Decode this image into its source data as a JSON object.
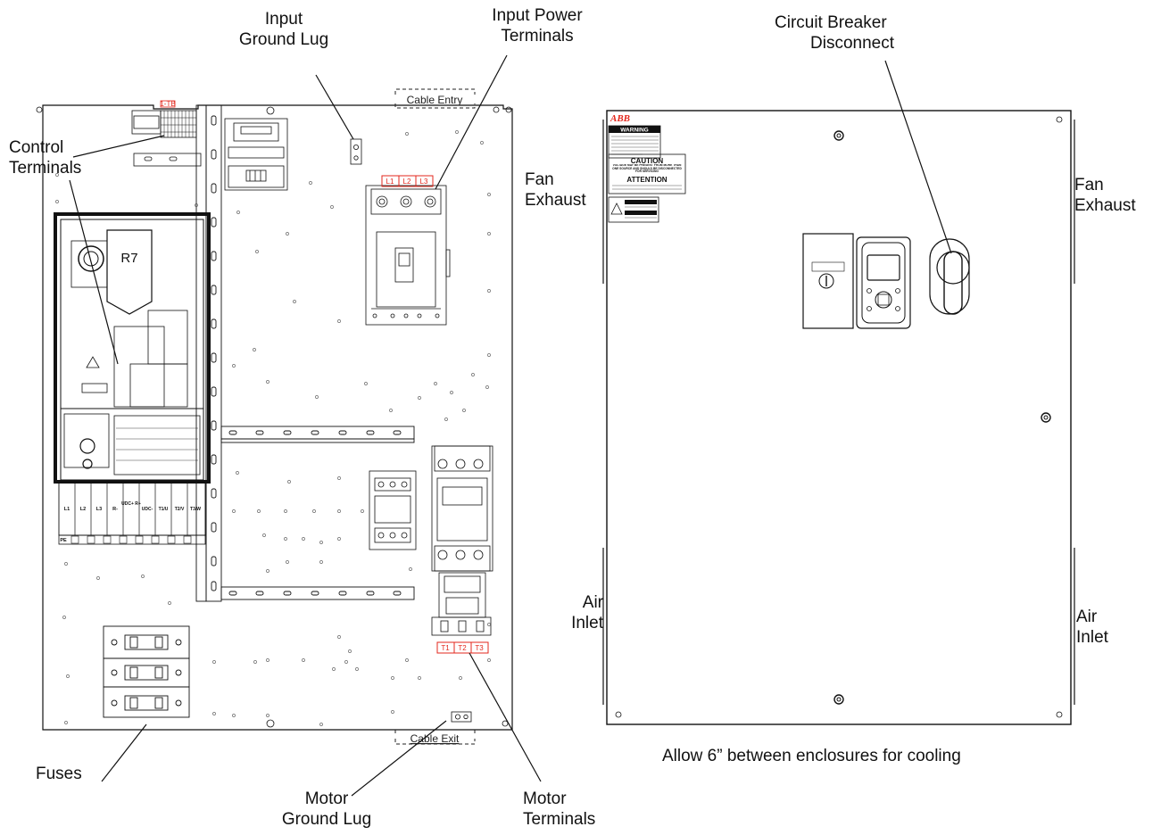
{
  "labels": {
    "input_ground_lug": [
      "Input",
      "Ground Lug"
    ],
    "input_power_terminals": [
      "Input Power",
      "Terminals"
    ],
    "circuit_breaker_disconnect": [
      "Circuit Breaker",
      "Disconnect"
    ],
    "control_terminals": [
      "Control",
      "Terminals"
    ],
    "fan_exhaust_left": [
      "Fan",
      "Exhaust"
    ],
    "fan_exhaust_right": [
      "Fan",
      "Exhaust"
    ],
    "air_inlet_left": [
      "Air",
      "Inlet"
    ],
    "air_inlet_right": [
      "Air",
      "Inlet"
    ],
    "fuses": "Fuses",
    "motor_ground_lug": [
      "Motor",
      "Ground Lug"
    ],
    "motor_terminals": [
      "Motor",
      "Terminals"
    ],
    "cooling_note": "Allow 6” between enclosures for cooling"
  },
  "panel": {
    "cable_entry": "Cable Entry",
    "cable_exit": "Cable Exit",
    "drive_frame": "R7",
    "input_terminals": [
      "L1",
      "L2",
      "L3"
    ],
    "output_terminals": [
      "T1",
      "T2",
      "T3"
    ],
    "drive_power_terminals": [
      "L1",
      "L2",
      "L3",
      "R-",
      "UDC+ R+",
      "UDC-",
      "T1/U",
      "T2/V",
      "T3/W"
    ],
    "pe_label": "PE",
    "terminal_block_tag": "1-TB"
  },
  "door": {
    "brand": "ABB",
    "warning": "WARNING",
    "caution": "CAUTION",
    "caution_text": "VOLTAGE MAY BE PRESENT FROM MORE THAN ONE SOURCE AND SHOULD BE DISCONNECTED FOR SERVICING",
    "attention": "ATTENTION"
  }
}
